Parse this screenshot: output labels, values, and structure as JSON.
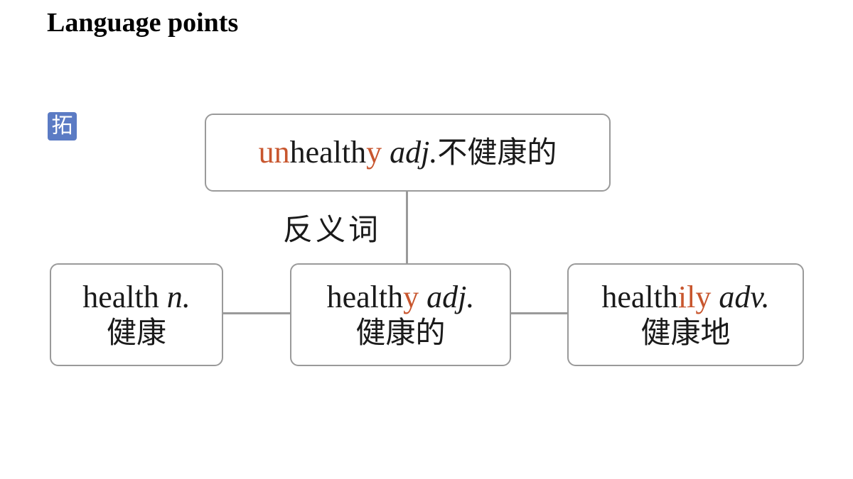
{
  "title": "Language points",
  "tag": "拓",
  "top_box": {
    "prefix": "un",
    "stem": "health",
    "suffix": "y",
    "pos": "adj.",
    "meaning": "不健康的"
  },
  "relation_label": "反义词",
  "boxes": [
    {
      "stem": "health",
      "suffix": "",
      "pos": "n.",
      "meaning": "健康"
    },
    {
      "stem": "health",
      "suffix": "y",
      "pos": "adj.",
      "meaning": "健康的"
    },
    {
      "stem": "health",
      "suffix": "ily",
      "pos": "adv.",
      "meaning": "健康地"
    }
  ],
  "colors": {
    "highlight": "#c8562e",
    "border": "#9a9a9a",
    "tag_bg": "#5b7bc4"
  }
}
